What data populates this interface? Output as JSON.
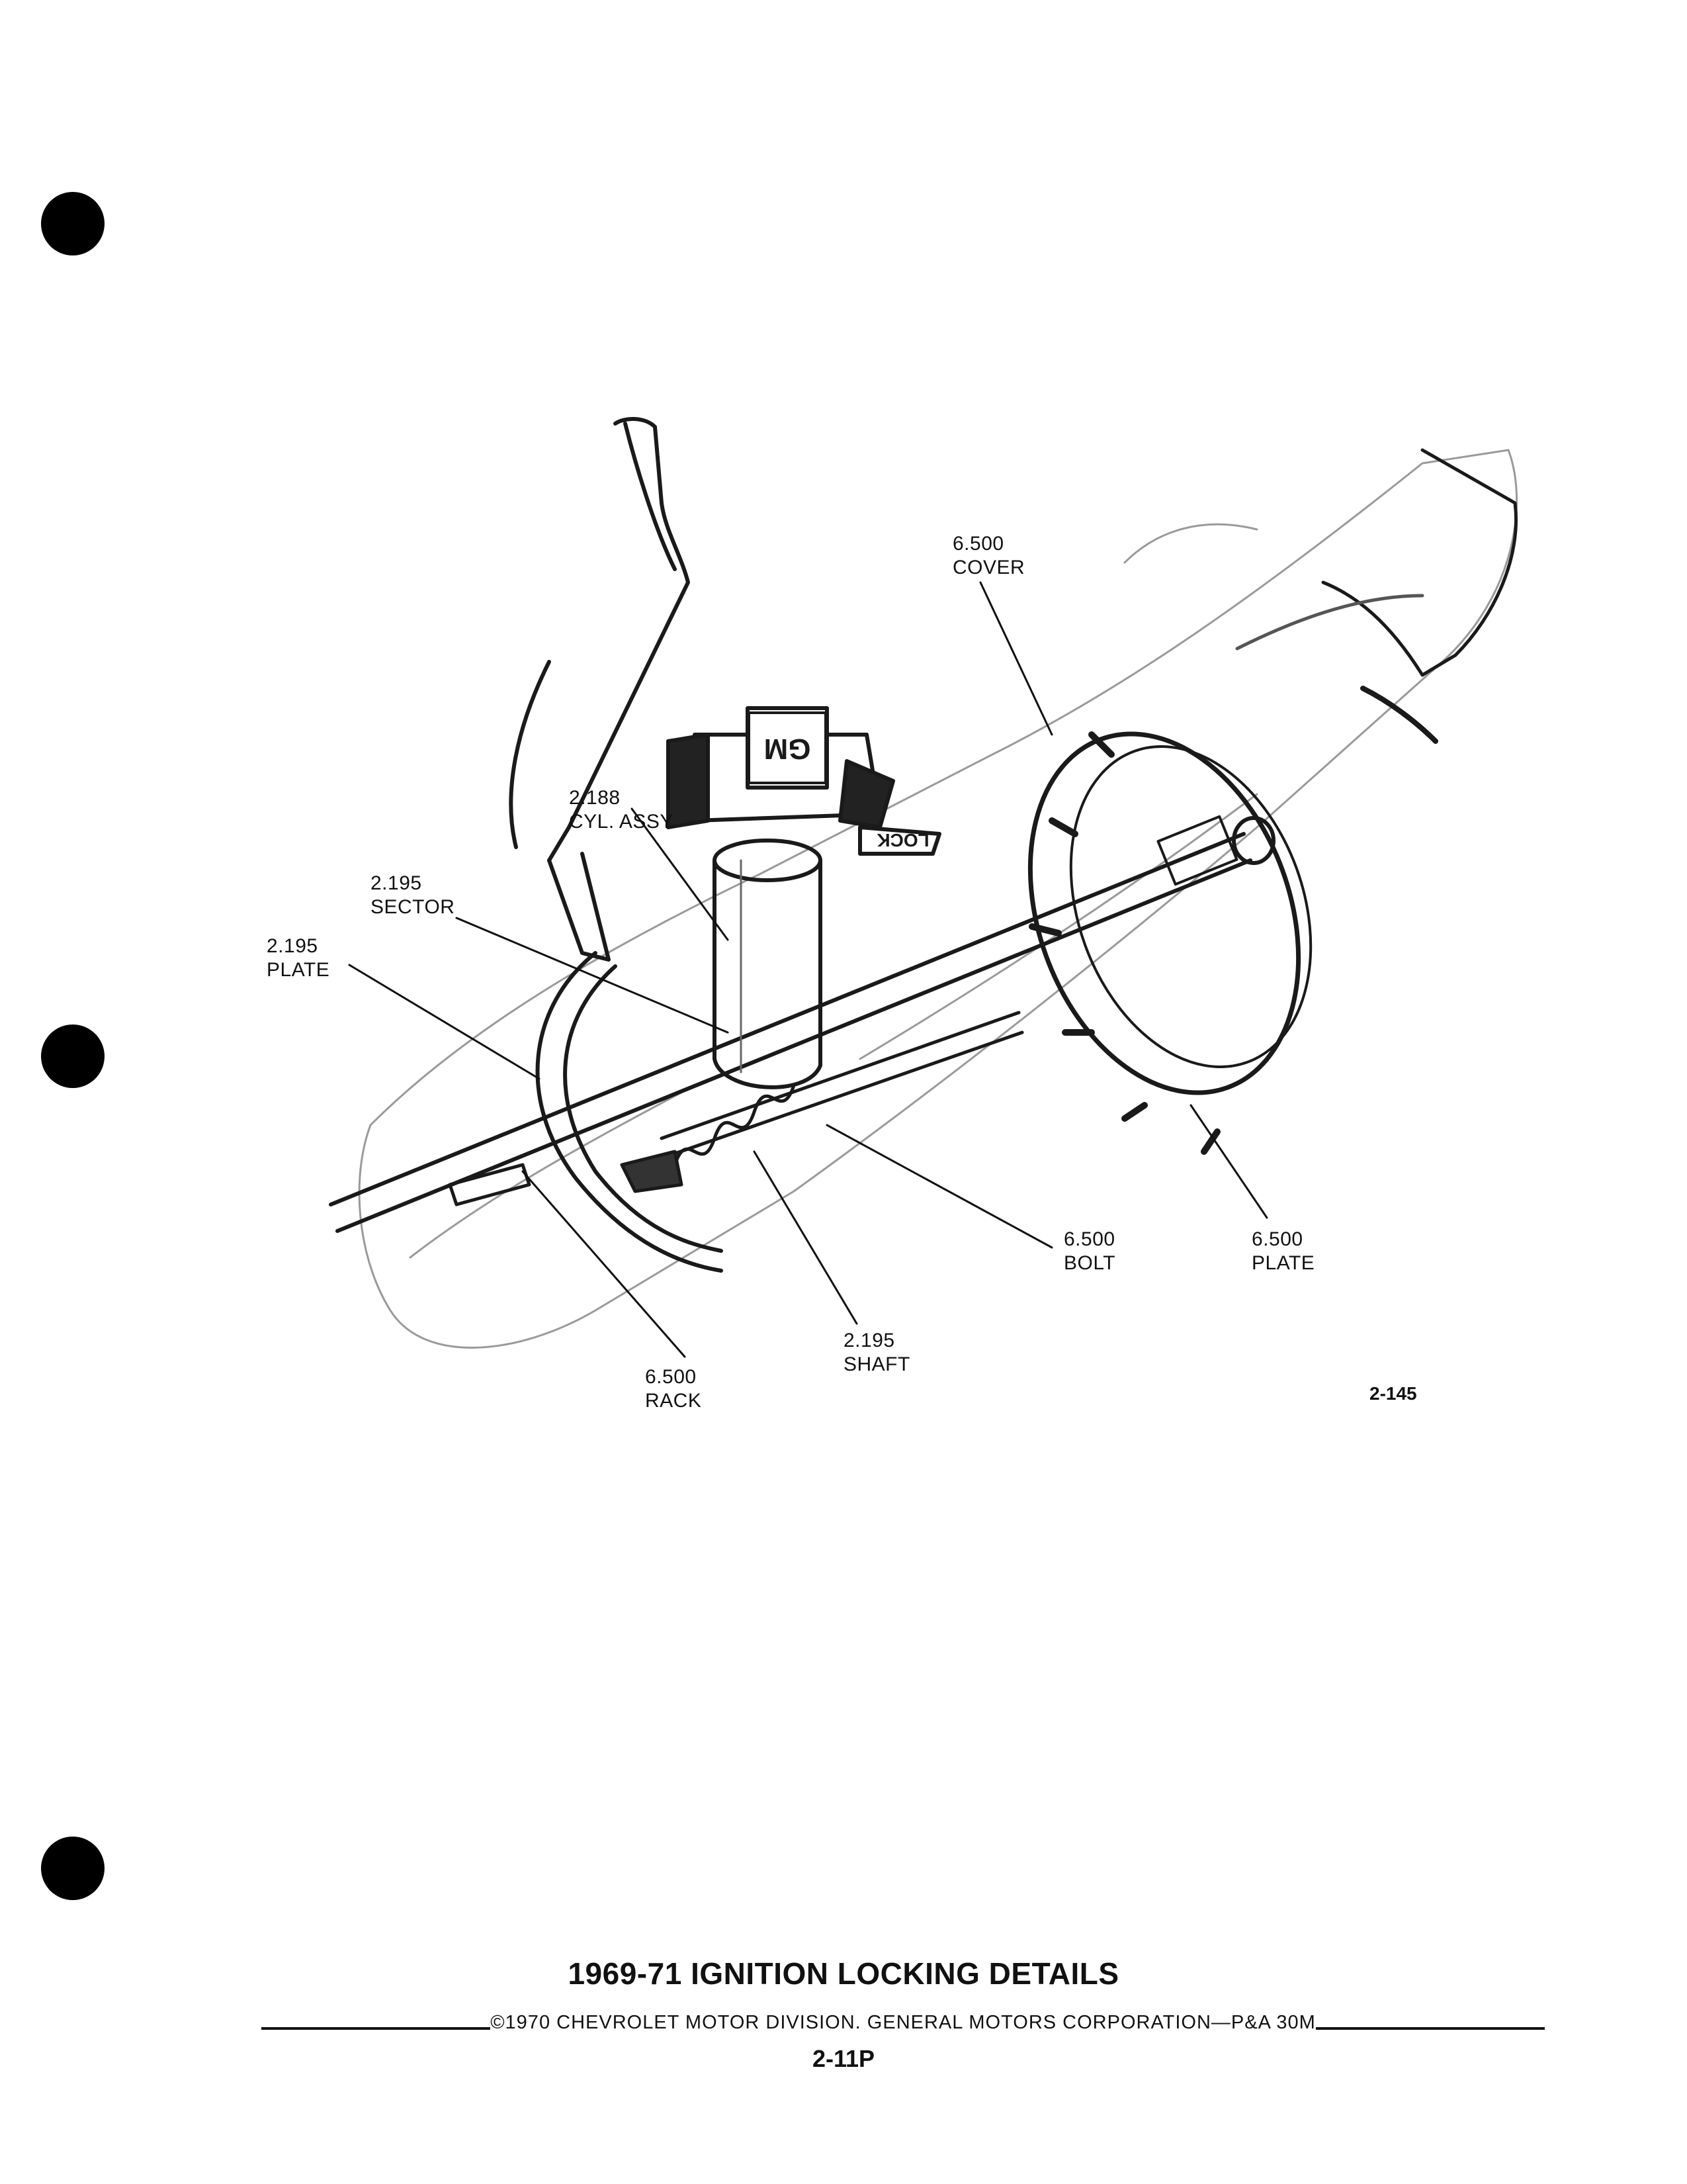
{
  "callouts": [
    {
      "num": "6.500",
      "name": "COVER"
    },
    {
      "num": "2.188",
      "name": "CYL. ASSY."
    },
    {
      "num": "2.195",
      "name": "SECTOR"
    },
    {
      "num": "2.195",
      "name": "PLATE"
    },
    {
      "num": "6.500",
      "name": "BOLT"
    },
    {
      "num": "6.500",
      "name": "PLATE"
    },
    {
      "num": "2.195",
      "name": "SHAFT"
    },
    {
      "num": "6.500",
      "name": "RACK"
    }
  ],
  "figure_number": "2-145",
  "title": "1969-71 IGNITION LOCKING DETAILS",
  "copyright": "©1970 CHEVROLET MOTOR DIVISION. GENERAL MOTORS CORPORATION—P&A 30M",
  "page_number": "2-11P",
  "key_head_text": {
    "brand": "GM",
    "lock": "LOCK"
  }
}
